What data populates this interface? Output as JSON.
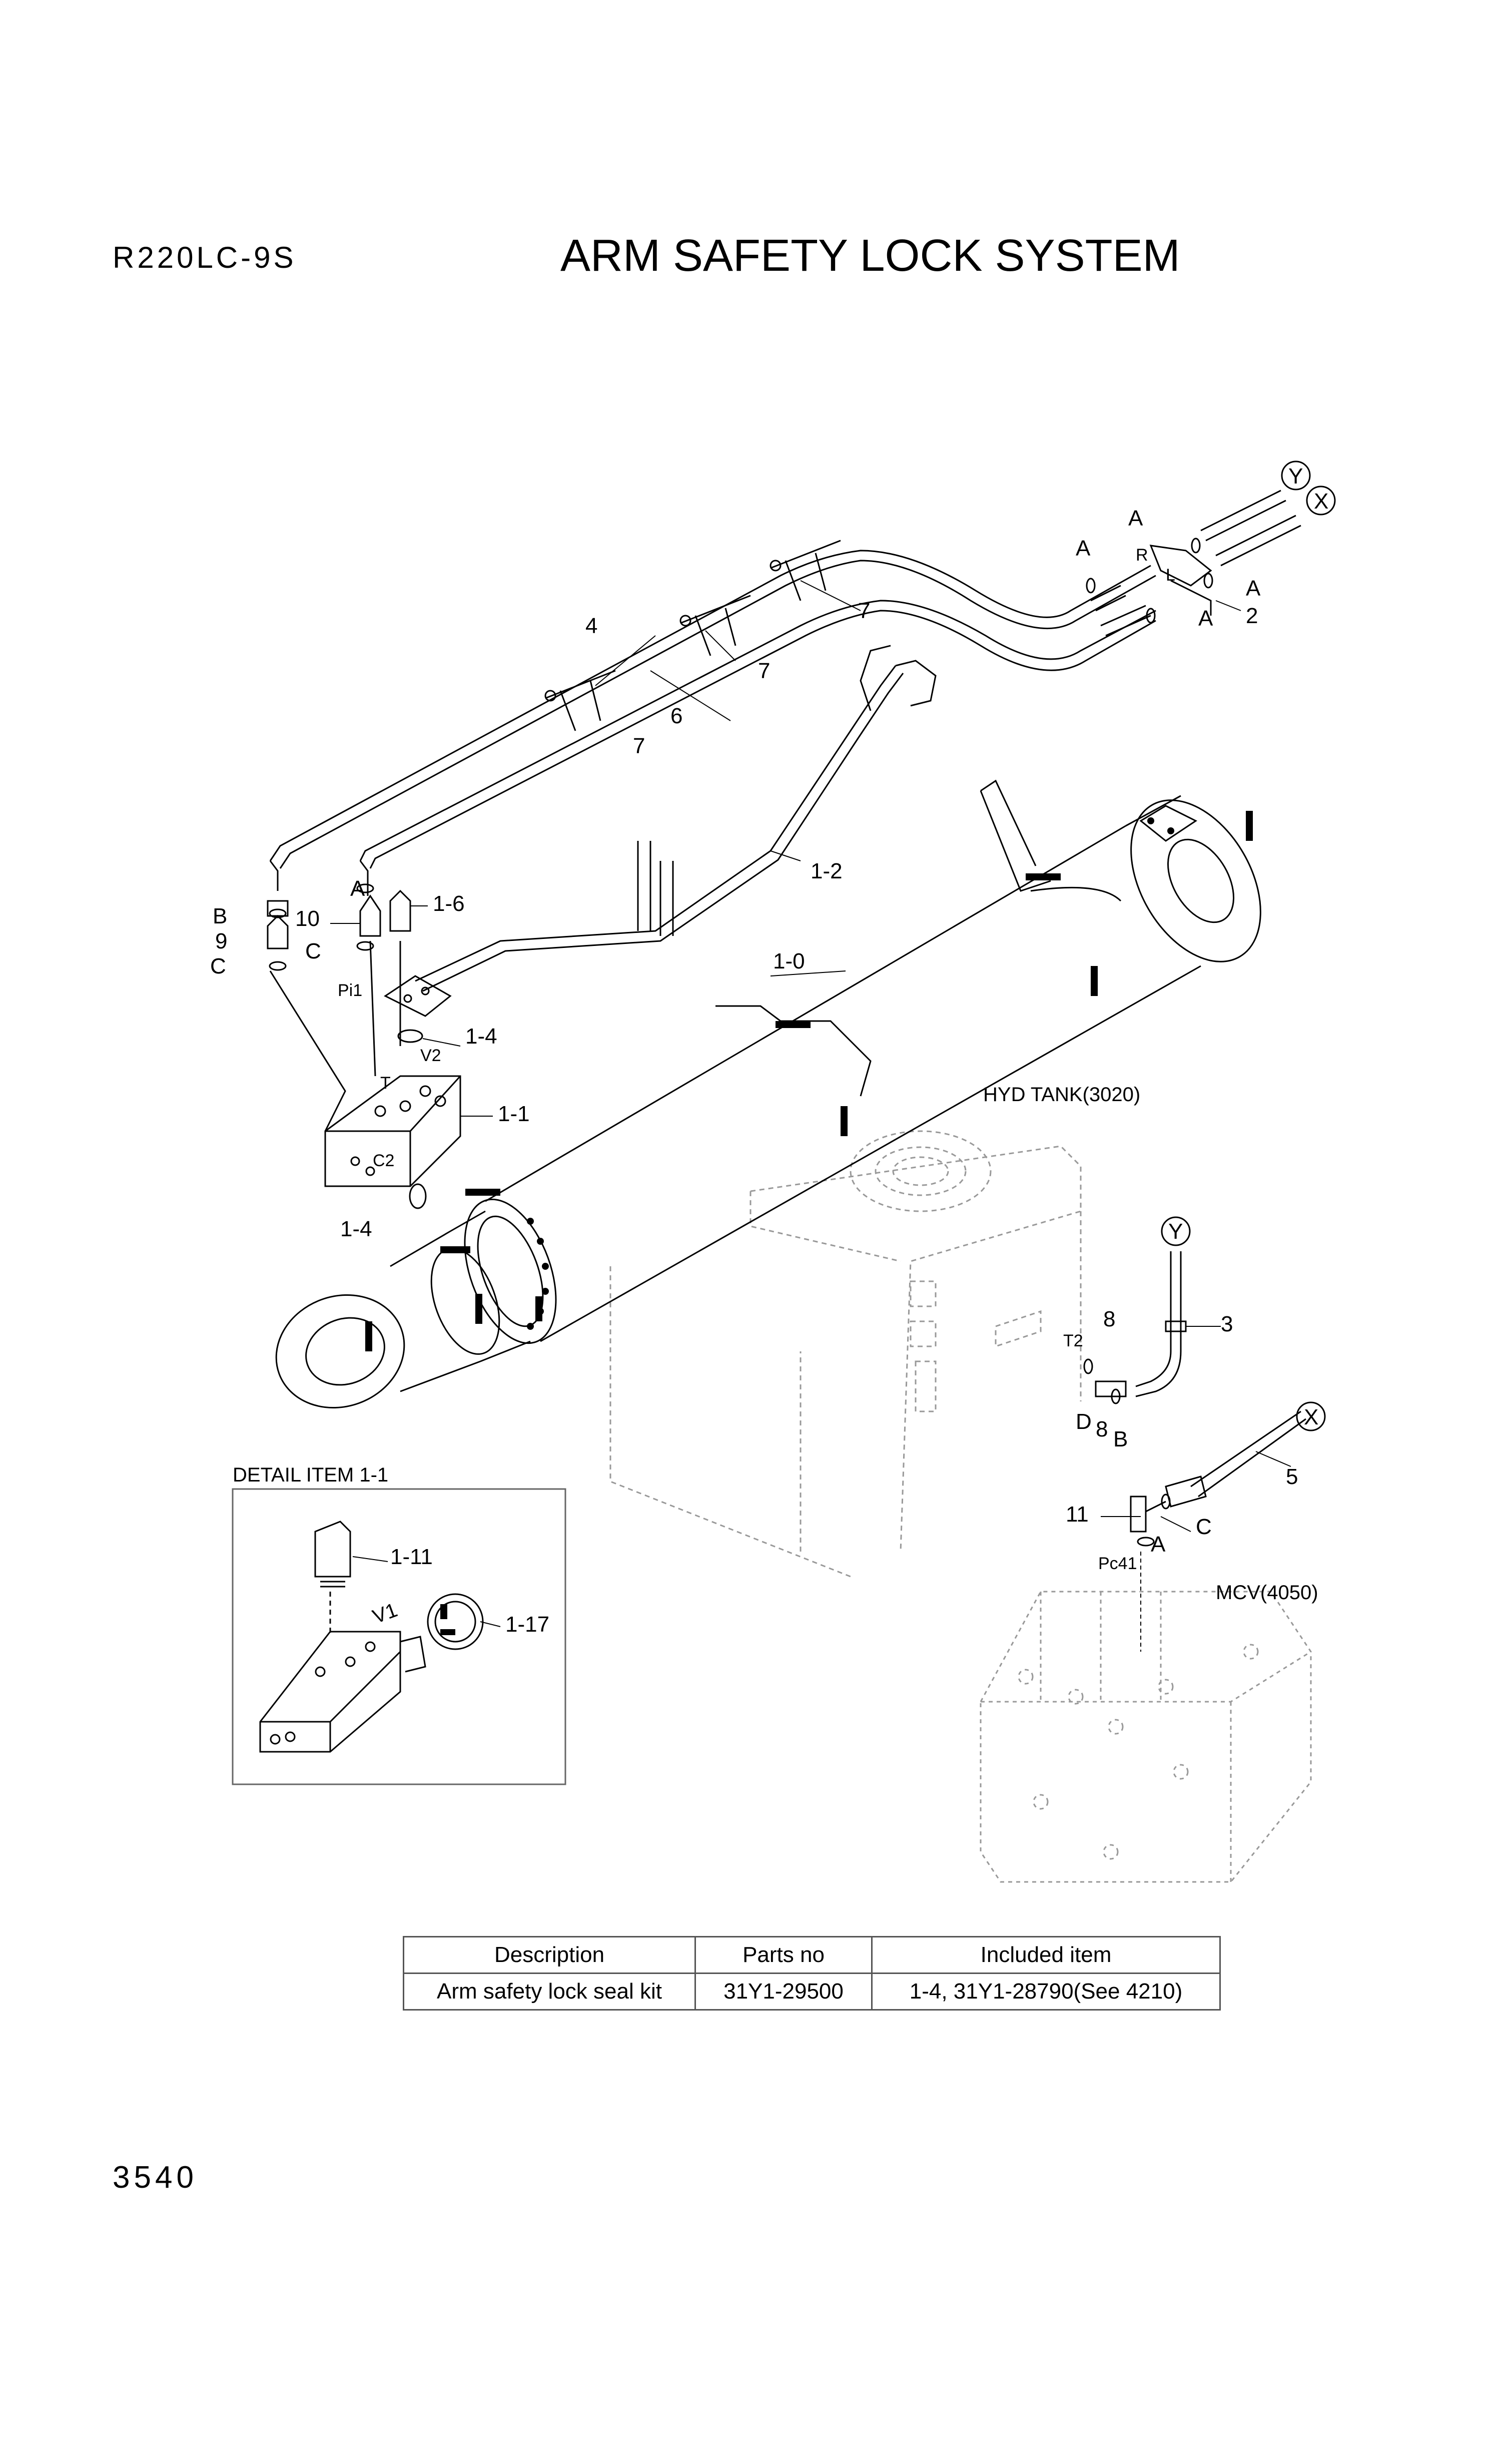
{
  "header": {
    "model": "R220LC-9S",
    "title": "ARM SAFETY LOCK SYSTEM"
  },
  "footer": {
    "page_number": "3540"
  },
  "labels": {
    "A": "A",
    "B": "B",
    "C": "C",
    "D": "D",
    "X": "X",
    "Y": "Y",
    "R": "R",
    "L": "L",
    "T": "T",
    "n2": "2",
    "n3": "3",
    "n4": "4",
    "n5": "5",
    "n6": "6",
    "n7": "7",
    "n8": "8",
    "n9": "9",
    "n10": "10",
    "n11": "11",
    "p1_0": "1-0",
    "p1_1": "1-1",
    "p1_2": "1-2",
    "p1_4": "1-4",
    "p1_6": "1-6",
    "p1_11": "1-11",
    "p1_17": "1-17",
    "pi1": "Pi1",
    "v1": "V1",
    "v2": "V2",
    "c2": "C2",
    "t2": "T2",
    "pc41": "Pc41",
    "hyd_tank": "HYD TANK(3020)",
    "mcv": "MCV(4050)",
    "detail_title": "DETAIL ITEM 1-1"
  },
  "table": {
    "headers": [
      "Description",
      "Parts no",
      "Included item"
    ],
    "rows": [
      [
        "Arm safety lock seal kit",
        "31Y1-29500",
        "1-4, 31Y1-28790(See 4210)"
      ]
    ]
  }
}
